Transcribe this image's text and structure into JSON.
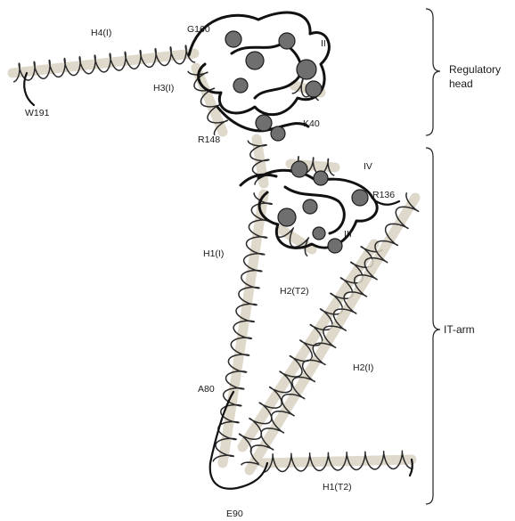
{
  "labels": {
    "h4i": "H4(I)",
    "g160": "G160",
    "ii": "II",
    "h3i": "H3(I)",
    "w191": "W191",
    "k40": "K40",
    "r148": "R148",
    "iv": "IV",
    "r136": "R136",
    "iii": "III",
    "h1i": "H1(I)",
    "h2t2": "H2(T2)",
    "h2i": "H2(I)",
    "a80": "A80",
    "h1t2": "H1(T2)",
    "e90": "E90"
  },
  "annotations": {
    "regulatory_head_line1": "Regulatory",
    "regulatory_head_line2": "head",
    "it_arm": "IT-arm"
  }
}
